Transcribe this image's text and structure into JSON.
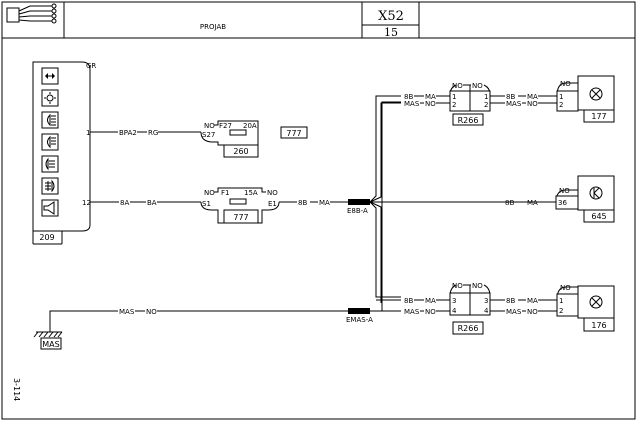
{
  "header": {
    "title": "PROJAB",
    "code": "X52",
    "page": "15"
  },
  "side_note": "3-114",
  "switch_panel": {
    "label": "209",
    "color": "GR",
    "pin_1": "1",
    "pin_12": "12"
  },
  "ground": {
    "label": "MAS"
  },
  "wires": {
    "bpa2": "BPA2",
    "rg": "RG",
    "w8a": "8A",
    "ba": "BA",
    "w8b": "8B",
    "ma": "MA",
    "mas": "MAS",
    "no": "NO"
  },
  "fuse_box_260": {
    "fuse": "F27",
    "rating": "20A",
    "pin": "S27",
    "no": "NO",
    "label": "260"
  },
  "box_777": {
    "label": "777"
  },
  "fuse_box_777": {
    "fuse": "F1",
    "rating": "15A",
    "pin_in": "S1",
    "pin_out": "E1",
    "no": "NO",
    "label": "777"
  },
  "splices": {
    "e8b": "E8B-A",
    "emas": "EMAS-A"
  },
  "relays": {
    "top": {
      "label": "R266",
      "p1": "1",
      "p2": "2"
    },
    "bottom": {
      "label": "R266",
      "p3": "3",
      "p4": "4"
    }
  },
  "lamps": {
    "l177": {
      "label": "177",
      "p1": "1",
      "p2": "2",
      "no": "NO"
    },
    "l645": {
      "label": "645",
      "pin": "36",
      "no": "NO"
    },
    "l176": {
      "label": "176",
      "p1": "1",
      "p2": "2",
      "no": "NO"
    }
  }
}
